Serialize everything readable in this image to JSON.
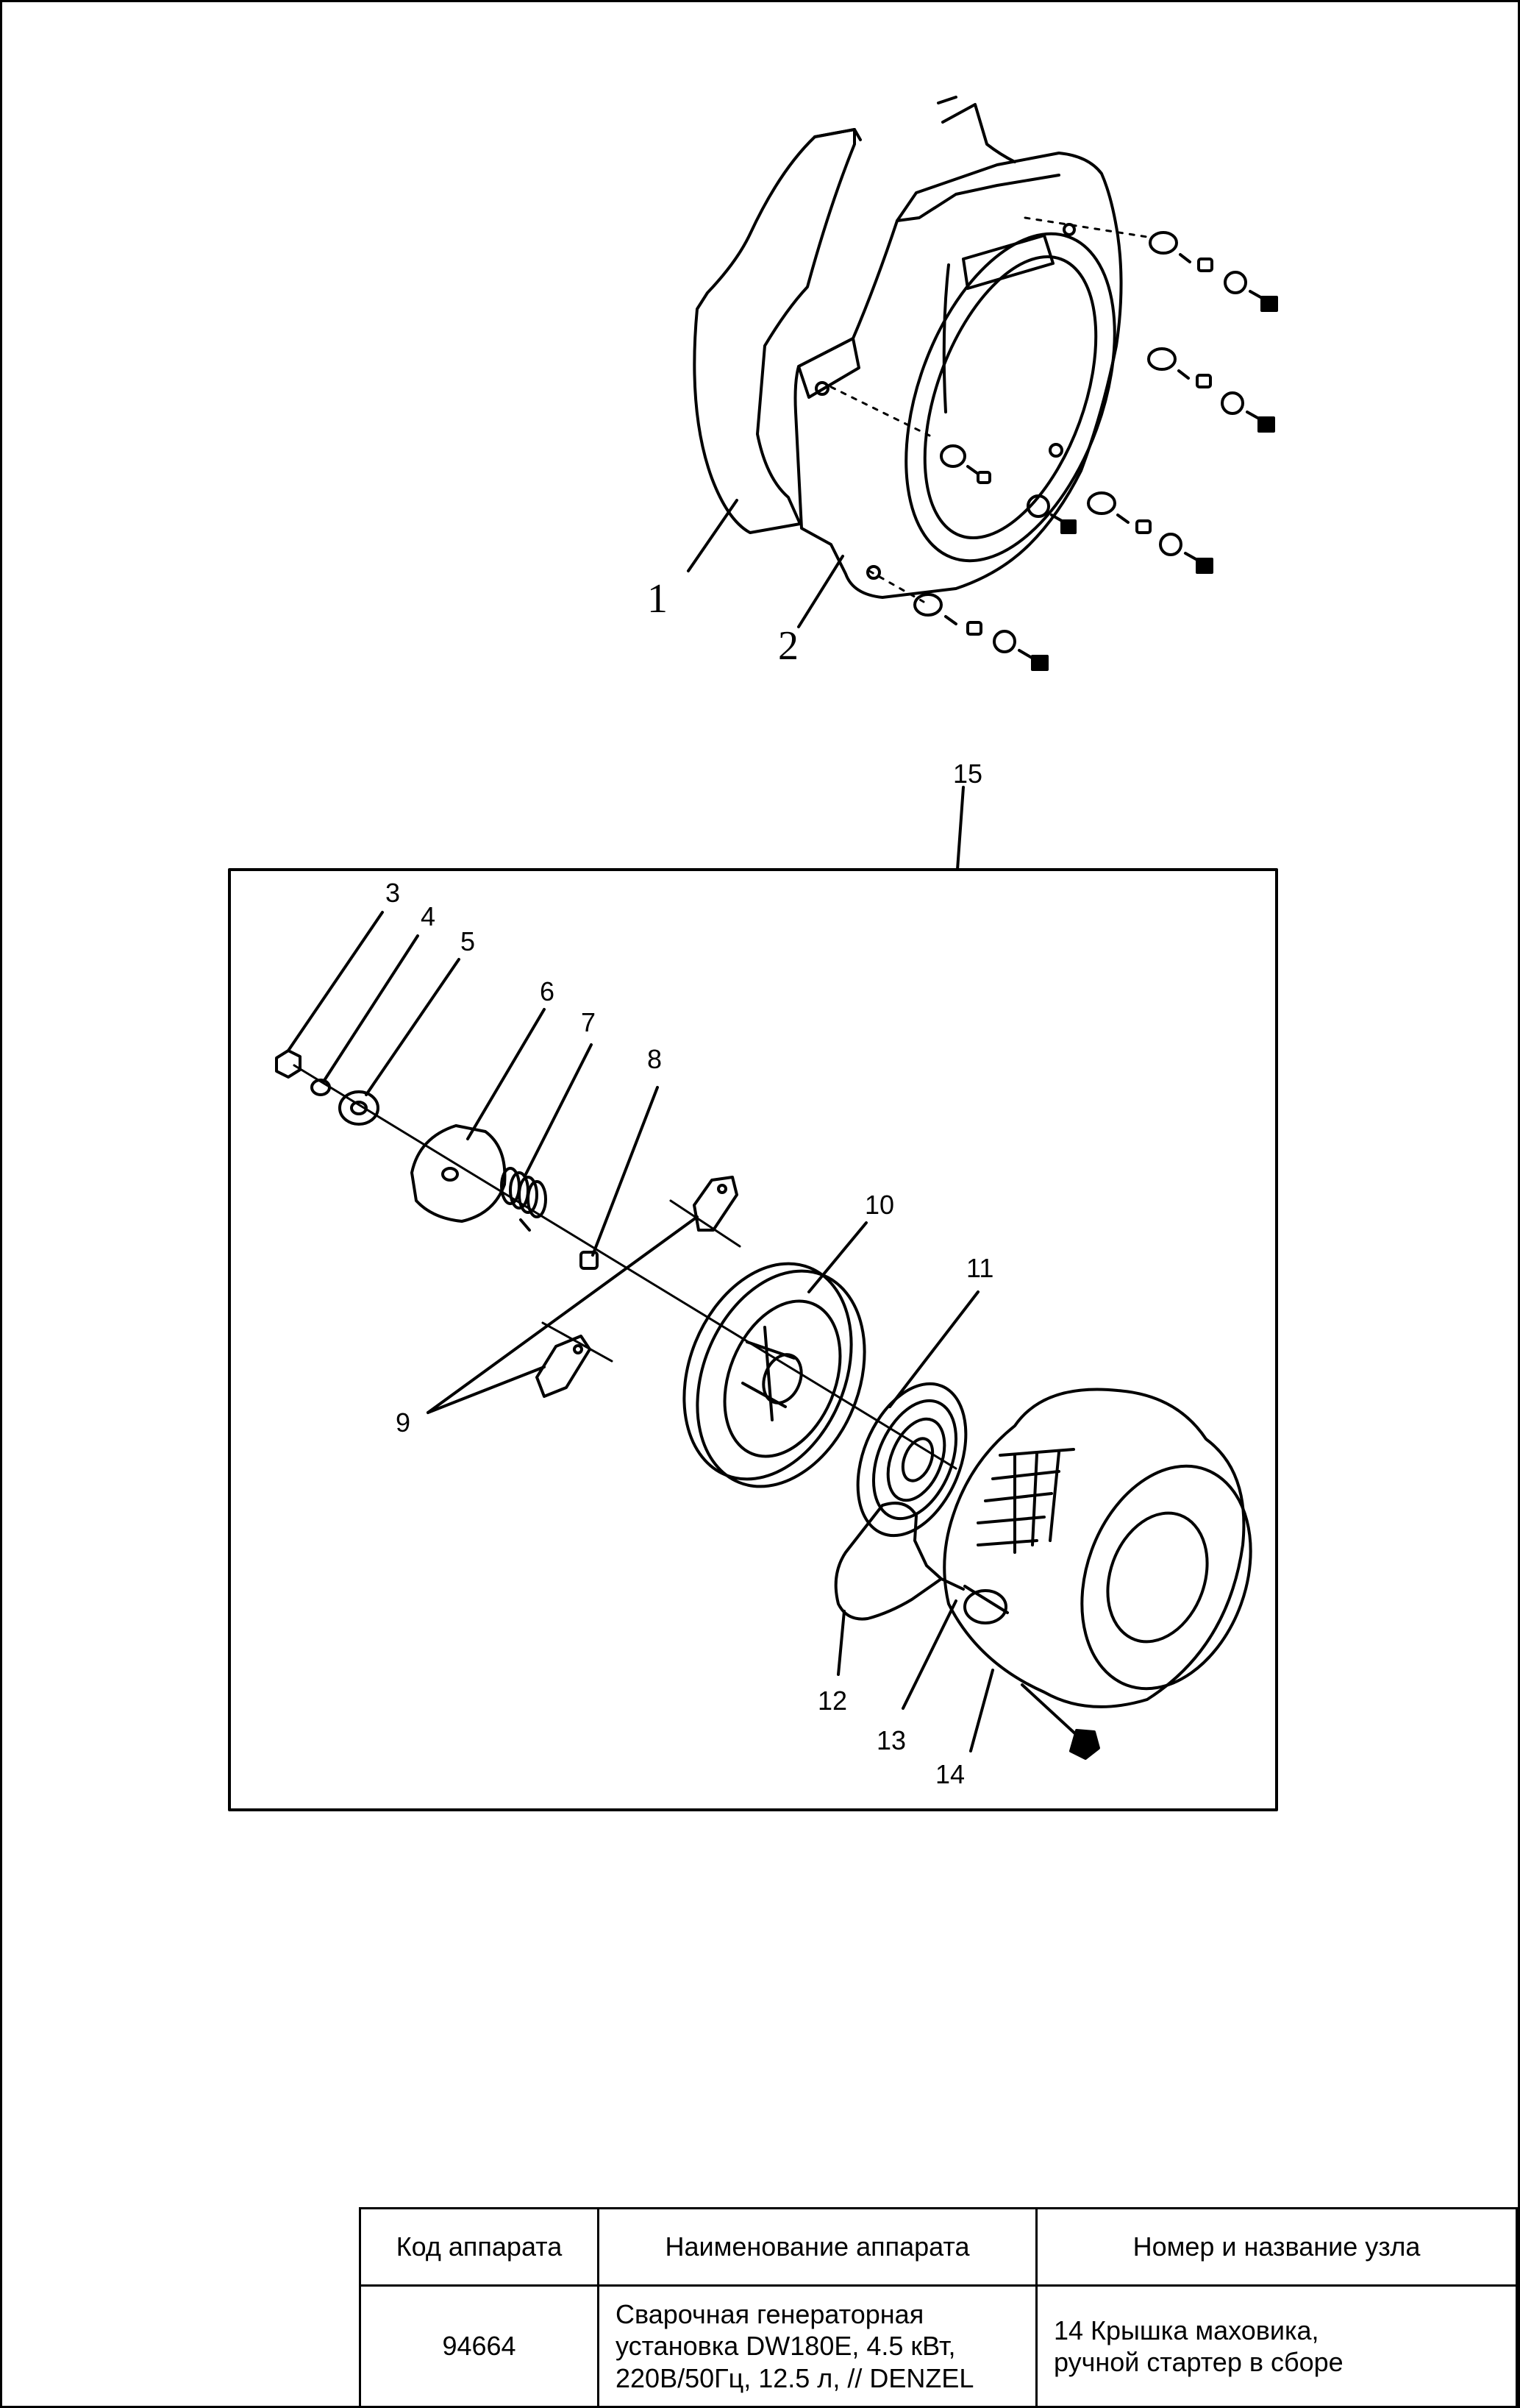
{
  "diagram": {
    "labels_upper": {
      "l1": "1",
      "l2": "2"
    },
    "labels_lower": {
      "l15": "15",
      "l3": "3",
      "l4": "4",
      "l5": "5",
      "l6": "6",
      "l7": "7",
      "l8": "8",
      "l9": "9",
      "l10": "10",
      "l11": "11",
      "l12": "12",
      "l13": "13",
      "l14": "14"
    }
  },
  "title_block": {
    "col_code": "Код аппарата",
    "col_name": "Наименование аппарата",
    "col_node": "Номер и название узла",
    "code": "94664",
    "name_line1": "Сварочная генераторная",
    "name_line2": "установка DW180E, 4.5 кВт,",
    "name_line3": "220В/50Гц, 12.5 л, // DENZEL",
    "node_line1": "14 Крышка маховика,",
    "node_line2": "ручной стартер в сборе"
  }
}
